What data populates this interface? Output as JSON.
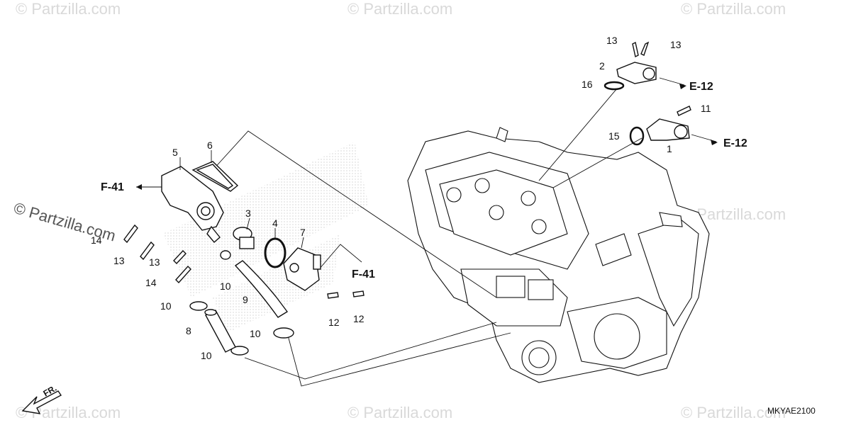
{
  "watermark": {
    "text": "© Partzilla.com",
    "text_prominent": "© Partzilla.com"
  },
  "diagram_code": "MKYAE2100",
  "front_indicator": "FR.",
  "refs": {
    "f41_left": "F-41",
    "f41_right": "F-41",
    "e12_top": "E-12",
    "e12_bottom": "E-12"
  },
  "callouts": {
    "c1": "1",
    "c2": "2",
    "c3": "3",
    "c4": "4",
    "c5": "5",
    "c6": "6",
    "c7": "7",
    "c8": "8",
    "c9": "9",
    "c10a": "10",
    "c10b": "10",
    "c10c": "10",
    "c10d": "10",
    "c11": "11",
    "c12a": "12",
    "c12b": "12",
    "c13a": "13",
    "c13b": "13",
    "c13c": "13",
    "c13d": "13",
    "c14a": "14",
    "c14b": "14",
    "c15": "15",
    "c16": "16"
  }
}
